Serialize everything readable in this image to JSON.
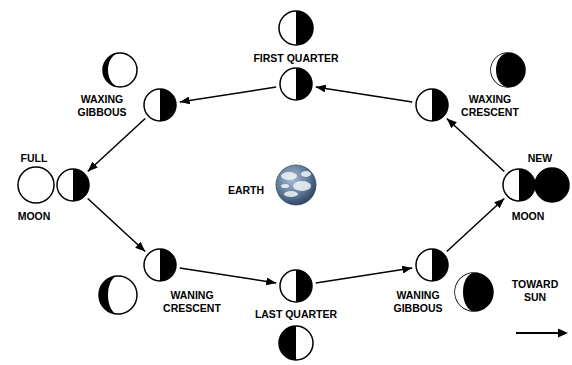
{
  "diagram": {
    "nodes": [
      {
        "text": [
          "FIRST QUARTER"
        ]
      },
      {
        "text": [
          "WAXING GIBBOUS"
        ]
      },
      {
        "text": [
          "WAXING CRESCENT"
        ]
      },
      {
        "text": [
          "FULL",
          "MOON"
        ]
      },
      {
        "text": [
          "EARTH"
        ]
      },
      {
        "text": [
          "NEW",
          "MOON"
        ]
      },
      {
        "text": [
          "WANING CRESCENT"
        ]
      },
      {
        "text": [
          "LAST QUARTER"
        ]
      },
      {
        "text": [
          "WANING GIBBOUS"
        ]
      }
    ],
    "edges": [
      {
        "from": 5,
        "to": 2,
        "arrow": "to"
      },
      {
        "from": 2,
        "to": 0,
        "arrow": "to"
      },
      {
        "from": 0,
        "to": 1,
        "arrow": "to"
      },
      {
        "from": 1,
        "to": 3,
        "arrow": "to"
      },
      {
        "from": 3,
        "to": 6,
        "arrow": "to"
      },
      {
        "from": 6,
        "to": 7,
        "arrow": "to"
      },
      {
        "from": 7,
        "to": 8,
        "arrow": "to"
      },
      {
        "from": 8,
        "to": 5,
        "arrow": "to"
      }
    ],
    "labels": [
      "TOWARD SUN"
    ]
  }
}
